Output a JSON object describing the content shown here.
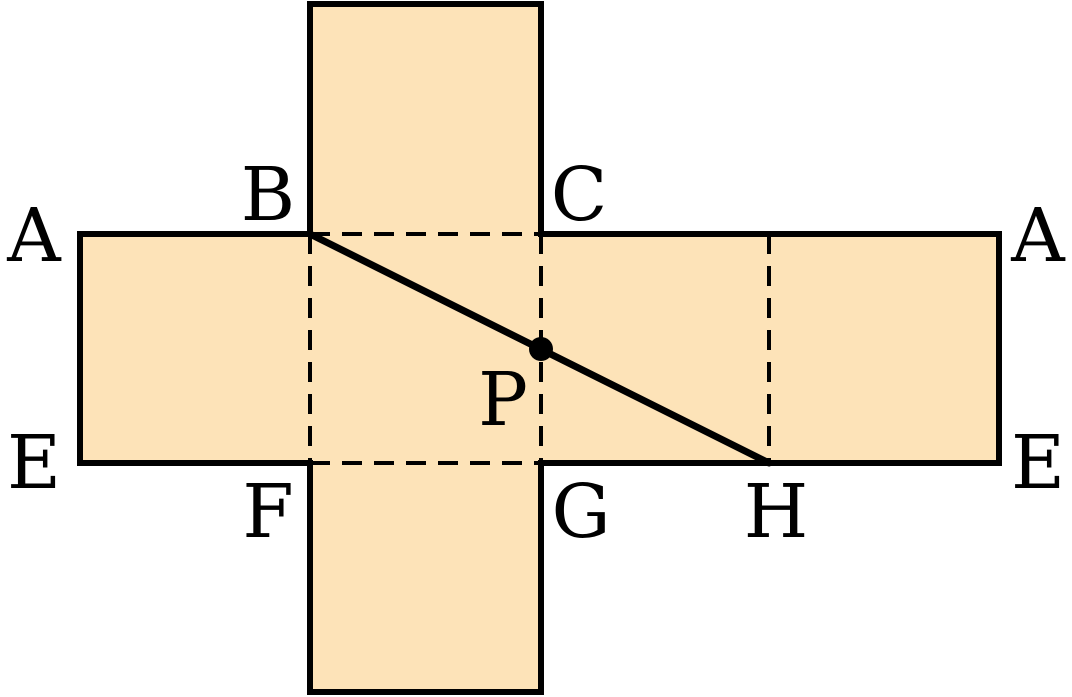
{
  "colors": {
    "face_fill": "#FDE3B8",
    "line": "#000000",
    "background": "#FFFFFF"
  },
  "labels": {
    "A_left": "A",
    "A_right": "A",
    "B": "B",
    "C": "C",
    "E_left": "E",
    "E_right": "E",
    "F": "F",
    "G": "G",
    "H": "H",
    "P": "P"
  }
}
